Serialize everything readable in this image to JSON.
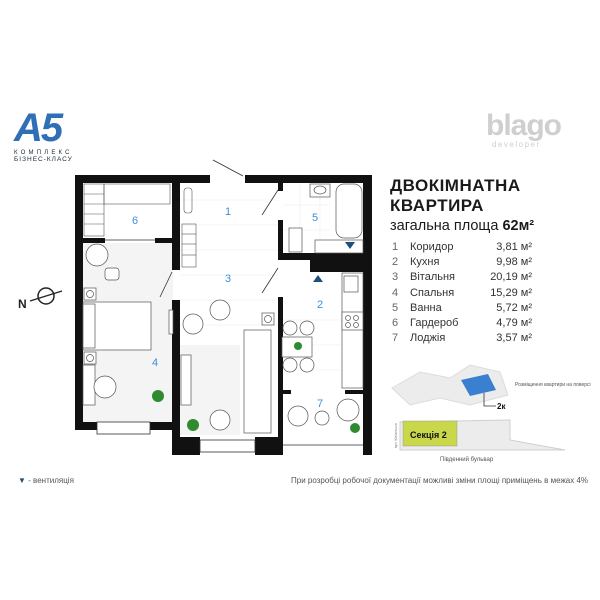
{
  "logo_a5": {
    "mark": "A5",
    "line1": "КОМПЛЕКС",
    "line2": "БІЗНЕС-КЛАСУ"
  },
  "logo_blago": {
    "mark": "blago",
    "line": "developer"
  },
  "apartment": {
    "title_line1": "ДВОКІМНАТНА",
    "title_line2": "КВАРТИРА",
    "area_label": "загальна площа",
    "area_value": "62м²"
  },
  "rooms": [
    {
      "num": "1",
      "name": "Коридор",
      "area": "3,81 м²"
    },
    {
      "num": "2",
      "name": "Кухня",
      "area": "9,98 м²"
    },
    {
      "num": "3",
      "name": "Вітальня",
      "area": "20,19 м²"
    },
    {
      "num": "4",
      "name": "Спальня",
      "area": "15,29 м²"
    },
    {
      "num": "5",
      "name": "Ванна",
      "area": "5,72 м²"
    },
    {
      "num": "6",
      "name": "Гардероб",
      "area": "4,79 м²"
    },
    {
      "num": "7",
      "name": "Лоджія",
      "area": "3,57 м²"
    }
  ],
  "compass": {
    "label": "N"
  },
  "location": {
    "floor_caption": "Розміщення квартири на поверсі",
    "apartment_tag": "2к",
    "section_label": "Секція 2",
    "street_bottom": "Південний бульвар",
    "street_side": "вул. Юліанська"
  },
  "footer": {
    "vent_symbol": "▼",
    "vent_label": "- вентиляція",
    "disclaimer": "При розробці робочої документації можливі зміни площі приміщень в межах 4%"
  },
  "colors": {
    "accent": "#3a8fdc",
    "logo": "#2f6fb5",
    "section": "#c8d84a",
    "highlight": "#3b7fd0",
    "vent": "#1f4f7a"
  }
}
